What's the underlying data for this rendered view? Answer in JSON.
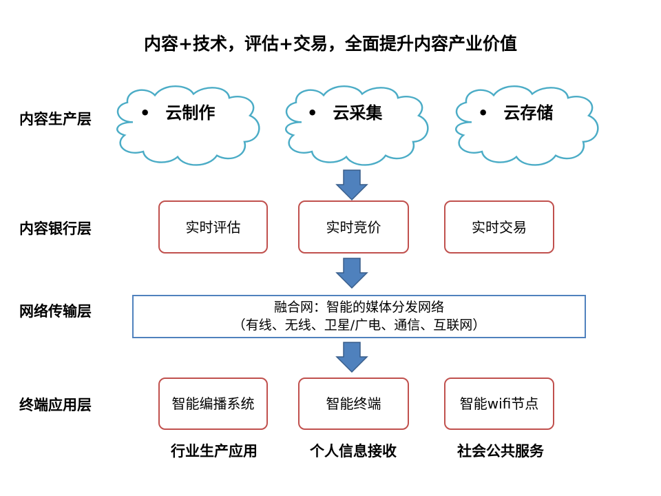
{
  "title": "内容+技术，评估+交易，全面提升内容产业价值",
  "layers": {
    "production": "内容生产层",
    "bank": "内容银行层",
    "network": "网络传输层",
    "terminal": "终端应用层"
  },
  "clouds": [
    "云制作",
    "云采集",
    "云存储"
  ],
  "bullet": "•",
  "bank_boxes": [
    "实时评估",
    "实时竞价",
    "实时交易"
  ],
  "network_box": {
    "line1": "融合网：智能的媒体分发网络",
    "line2": "（有线、无线、卫星/广电、通信、互联网）"
  },
  "terminal_boxes": [
    "智能编播系统",
    "智能终端",
    "智能wifi节点"
  ],
  "captions": [
    "行业生产应用",
    "个人信息接收",
    "社会公共服务"
  ],
  "colors": {
    "cloud_stroke": "#4bacc6",
    "box_border": "#c0504d",
    "network_border": "#4f81bd",
    "arrow_fill": "#4f81bd",
    "arrow_stroke": "#385d8a"
  }
}
